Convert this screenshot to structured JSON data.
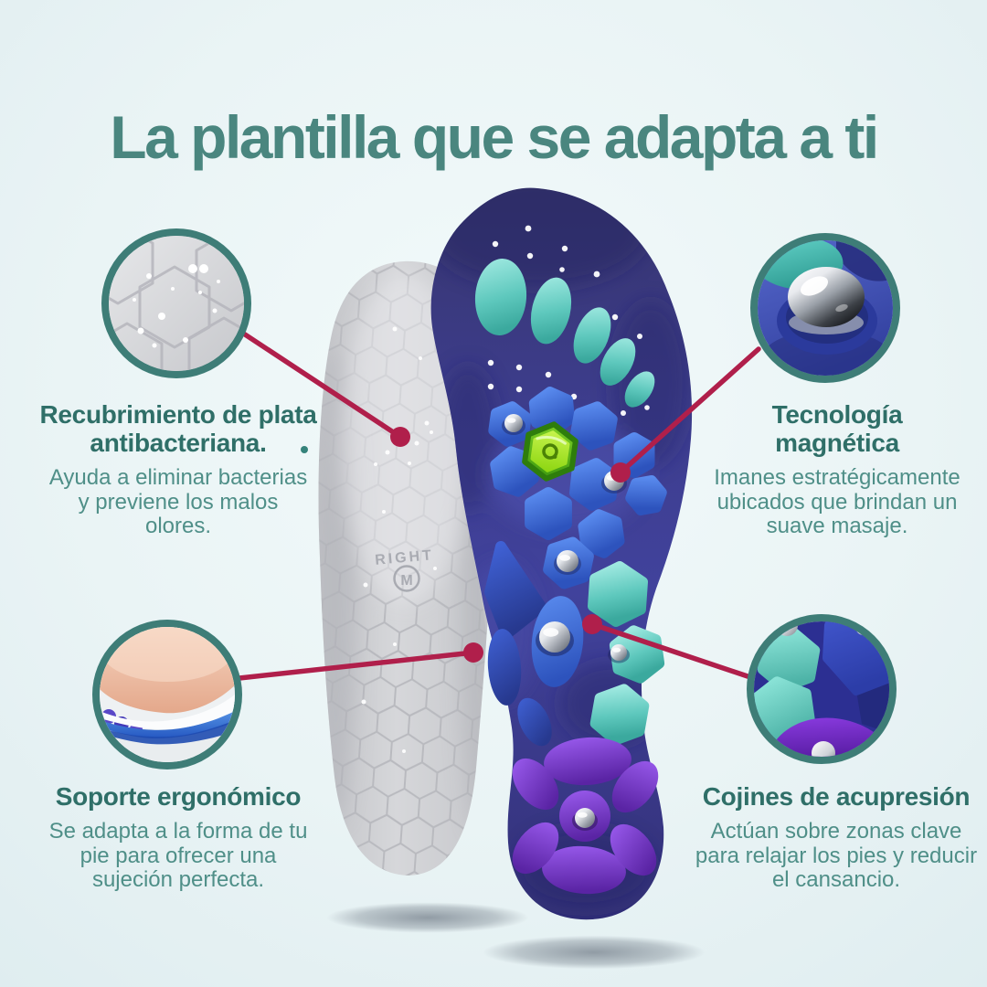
{
  "title": "La plantilla que se adapta a ti",
  "colors": {
    "accent_line": "#b01f4b",
    "circle_border": "#3e7d77",
    "title_text": "#4a867f",
    "heading_text": "#2f6f68",
    "body_text": "#4f8f88"
  },
  "callouts": [
    {
      "id": "silver-coating",
      "icon": "silver-coating-macro-icon",
      "heading": "Recubrimiento de plata antibacteriana.",
      "body": "Ayuda a eliminar bacterias y previene los malos olores."
    },
    {
      "id": "magnet",
      "icon": "magnet-macro-icon",
      "heading": "Tecnología magnética",
      "body": "Imanes estratégicamente ubicados que brindan un suave masaje."
    },
    {
      "id": "arch-support",
      "icon": "arch-support-macro-icon",
      "heading": "Soporte ergonómico",
      "body": "Se adapta a la forma de tu pie para ofrecer una sujeción perfecta."
    },
    {
      "id": "acupressure",
      "icon": "acupressure-macro-icon",
      "heading": "Cojines de acupresión",
      "body": "Actúan sobre zonas clave para relajar los pies y reducir el cansancio."
    }
  ],
  "insole": {
    "side_label": "RIGHT",
    "size_label": "M"
  }
}
